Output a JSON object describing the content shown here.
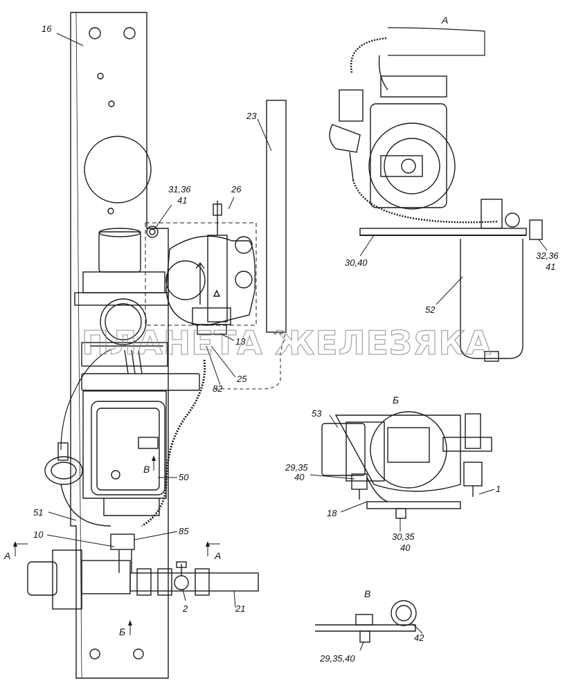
{
  "watermark": "ПЛАНЕТА ЖЕЛЕЗЯКА",
  "views": {
    "a_title": "А",
    "b_title": "Б",
    "v_title": "В",
    "section_a_left": "А",
    "section_a_right": "А",
    "arrow_b_main": "Б",
    "arrow_v_main": "В"
  },
  "callouts": {
    "c16": "16",
    "c23": "23",
    "c26": "26",
    "c31_36": "31,36",
    "c41": "41",
    "c13": "13",
    "c25": "25",
    "c82": "82",
    "c50": "50",
    "c51": "51",
    "c10": "10",
    "c85": "85",
    "c2": "2",
    "c21": "21",
    "a_30_40": "30,40",
    "a_32_36": "32,36",
    "a_41": "41",
    "a_52": "52",
    "b_53": "53",
    "b_29_35": "29,35",
    "b_40": "40",
    "b_18": "18",
    "b_30_35": "30,35",
    "b_40b": "40",
    "b_1": "1",
    "v_42": "42",
    "v_29_35_40": "29,35,40"
  }
}
